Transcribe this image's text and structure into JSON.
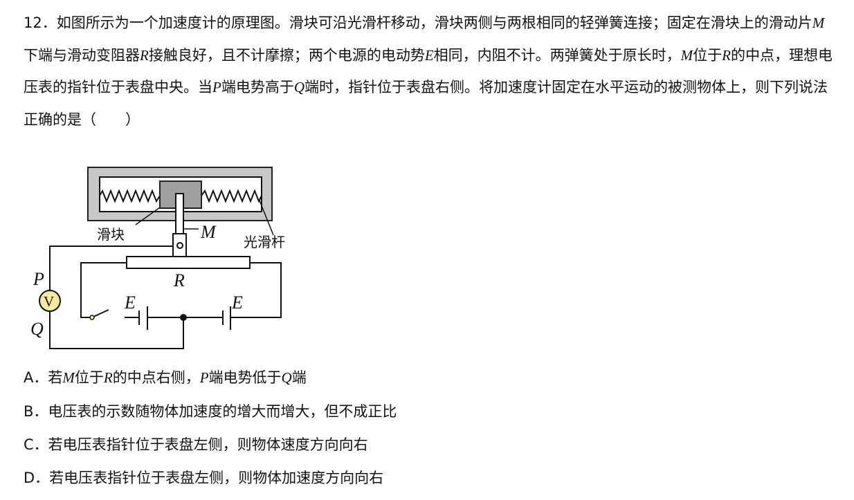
{
  "question": {
    "number": "12．",
    "parts": [
      "如图所示为一个加速度计的原理图。滑块可沿光滑杆移动，滑块两侧与两根相同的轻弹簧连接；固定在滑块上的滑动片",
      "M",
      "下端与滑动变阻器",
      "R",
      "接触良好，且不计摩擦；两个电源的电动势",
      "E",
      "相同，内阻不计。两弹簧处于原长时，",
      "M",
      "位于",
      "R",
      "的中点，理想电压表的指针位于表盘中央。当",
      "P",
      "端电势高于",
      "Q",
      "端时，指针位于表盘右侧。将加速度计固定在水平运动的被测物体上，则下列说法正确的是（　　）"
    ]
  },
  "figure": {
    "slider": "滑块",
    "rod": "光滑杆",
    "M": "M",
    "P": "P",
    "Q": "Q",
    "R": "R",
    "E1": "E",
    "E2": "E",
    "V": "V"
  },
  "options": [
    {
      "letter": "A．",
      "parts": [
        "若",
        "M",
        "位于",
        "R",
        "的中点右侧，",
        "P",
        "端电势低于",
        "Q",
        "端"
      ]
    },
    {
      "letter": "B．",
      "parts": [
        "电压表的示数随物体加速度的增大而增大，但不成正比"
      ]
    },
    {
      "letter": "C．",
      "parts": [
        "若电压表指针位于表盘左侧，则物体速度方向向右"
      ]
    },
    {
      "letter": "D．",
      "parts": [
        "若电压表指针位于表盘左侧，则物体加速度方向向右"
      ]
    }
  ]
}
